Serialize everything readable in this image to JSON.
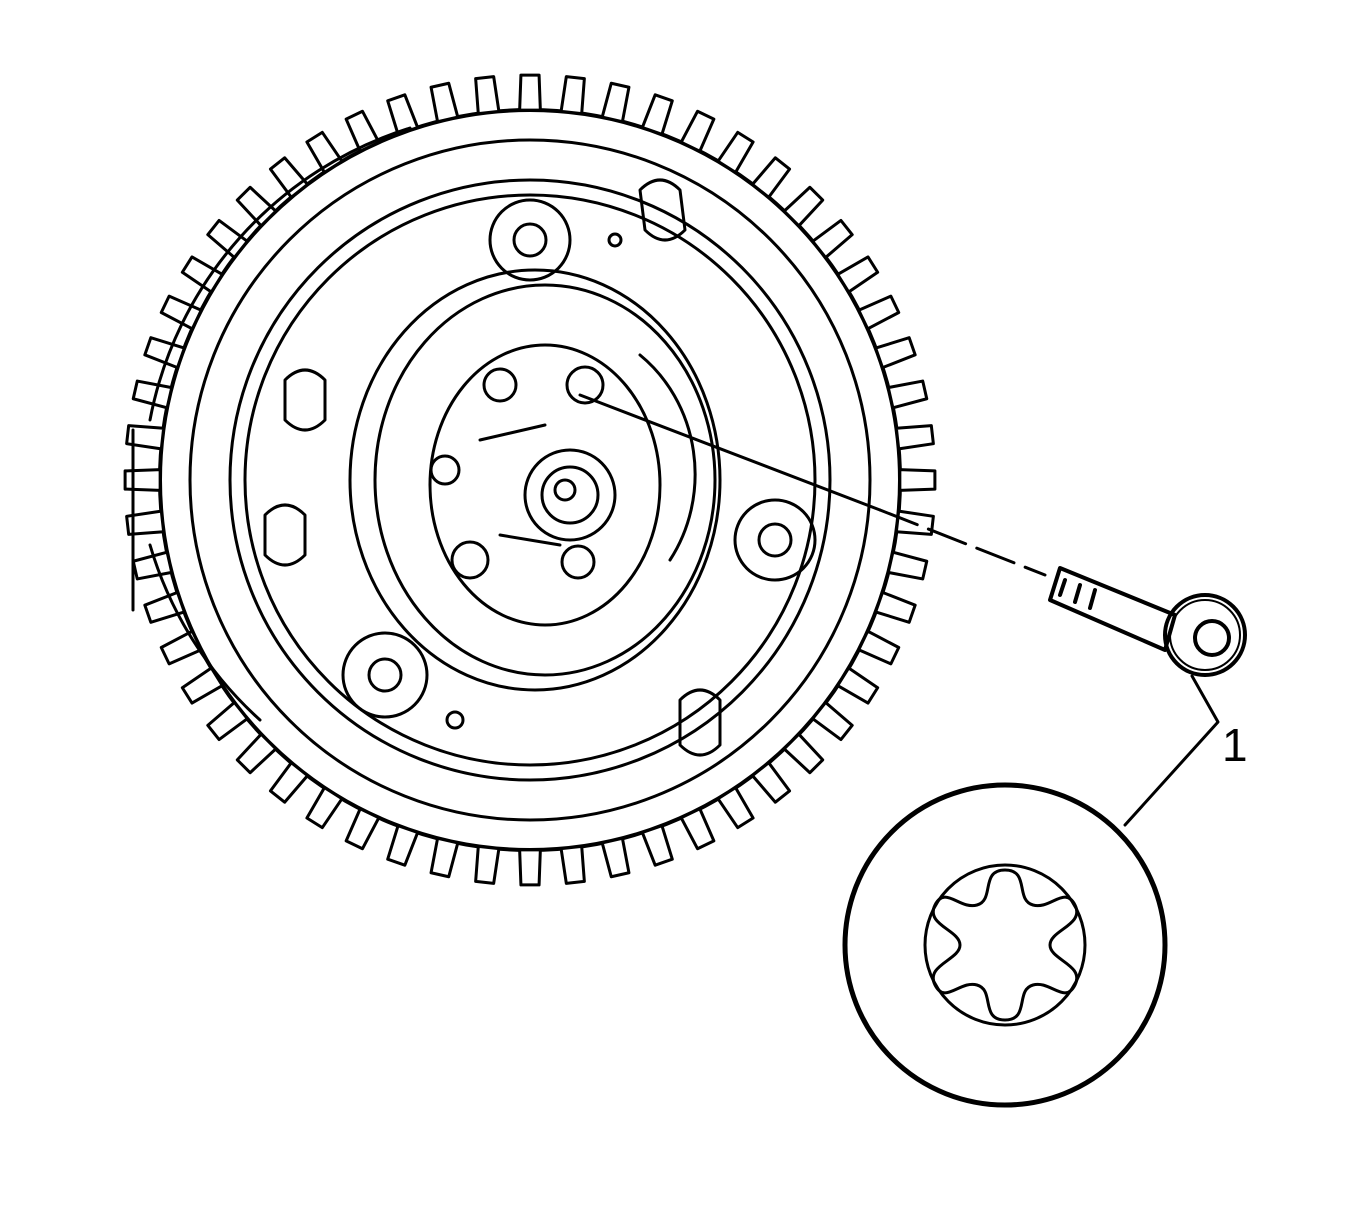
{
  "diagram": {
    "type": "technical-line-drawing",
    "subject": "camshaft-sprocket-with-bolt",
    "colors": {
      "line": "#000000",
      "background": "#ffffff"
    },
    "callouts": [
      {
        "id": "1",
        "label": "1",
        "target": "torx-bolt",
        "detail": "torx-head-detail-view"
      }
    ],
    "components": [
      {
        "name": "sprocket-gear"
      },
      {
        "name": "hub-plate"
      },
      {
        "name": "torx-bolt"
      },
      {
        "name": "detail-circle-torx-recess"
      }
    ]
  }
}
